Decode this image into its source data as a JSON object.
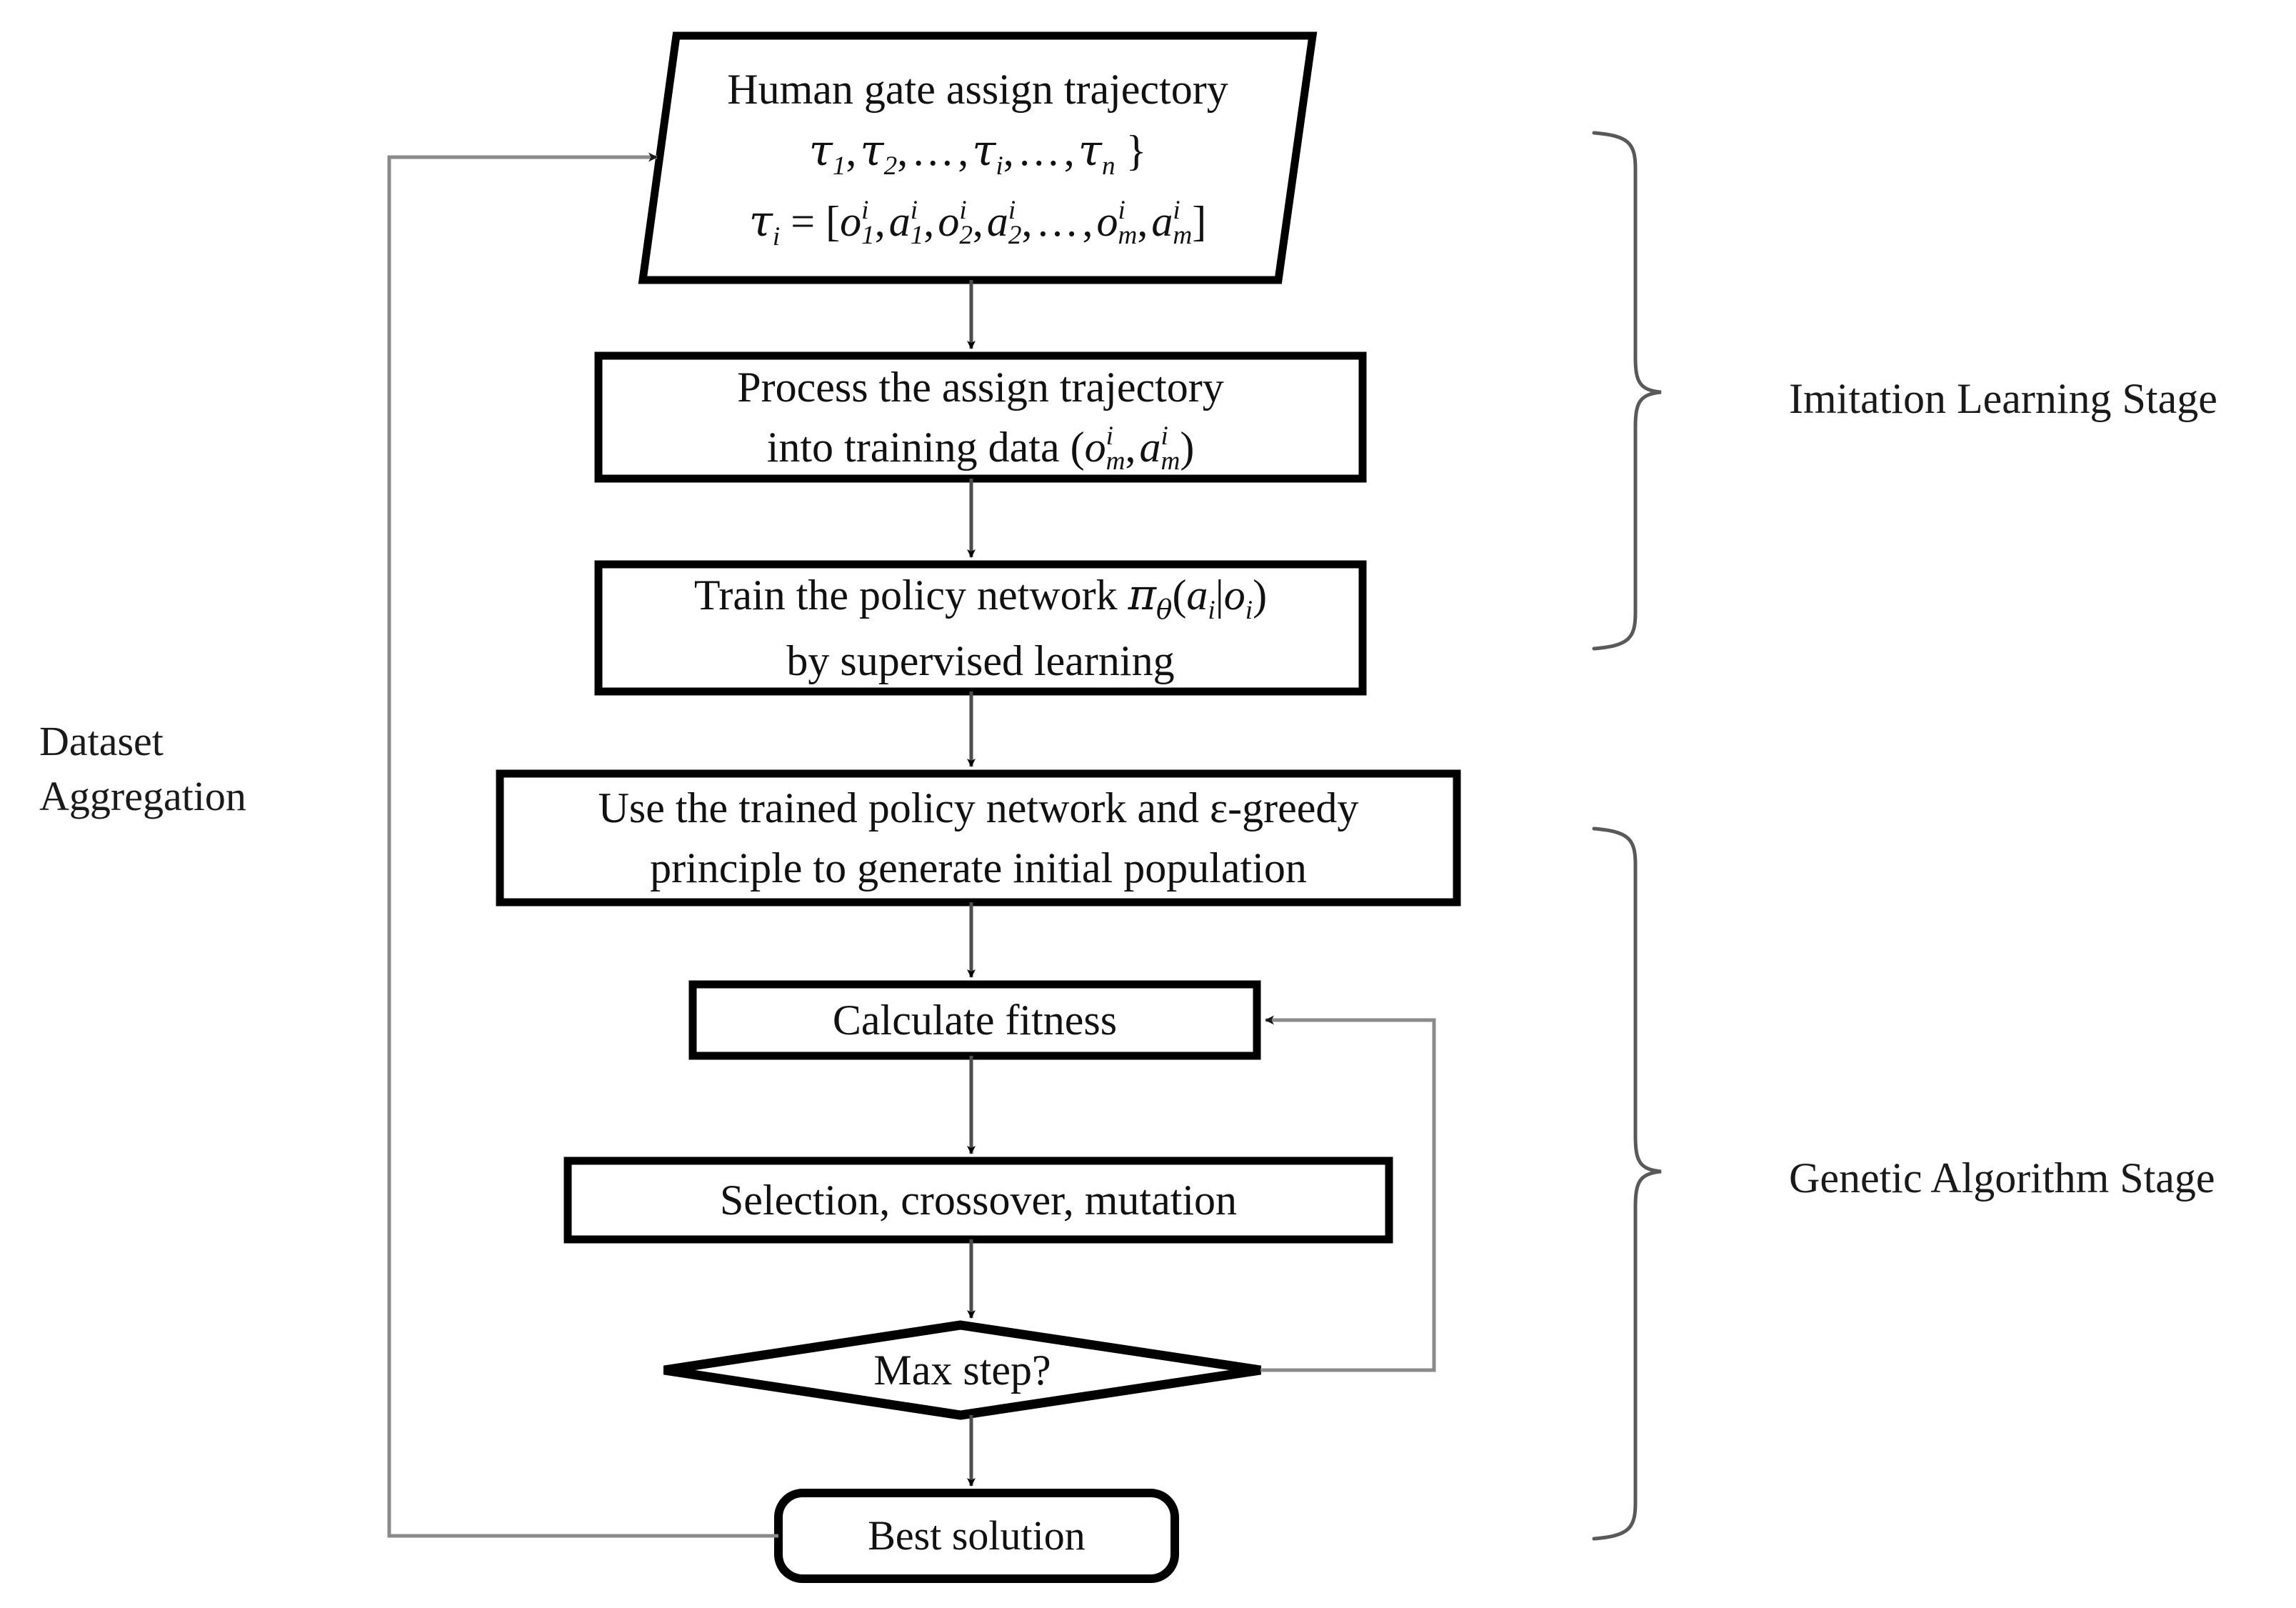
{
  "diagram": {
    "title_present": false,
    "background_color": "#ffffff",
    "stroke_color": "#000000",
    "connector_color": "#808080",
    "nodes": [
      {
        "id": "input-trajectory",
        "shape": "parallelogram",
        "name": "human-gate-assign-trajectory-node",
        "lines": [
          "Human gate assign trajectory",
          "{τ₁, τ₂, …, τᵢ, …, τₙ}",
          "τᵢ = [o₁ⁱ, a₁ⁱ, o₂ⁱ, a₂ⁱ, …, oₘⁱ, aₘⁱ]"
        ],
        "line1": "Human gate assign trajectory"
      },
      {
        "id": "process-trajectory",
        "shape": "process",
        "name": "process-assign-trajectory-node",
        "line1": "Process the assign trajectory",
        "line2_prefix": "into training data (",
        "line2_suffix": ")"
      },
      {
        "id": "train-policy",
        "shape": "process",
        "name": "train-policy-network-node",
        "line1_prefix": "Train the policy network ",
        "line2": "by supervised learning"
      },
      {
        "id": "initial-population",
        "shape": "process",
        "name": "generate-initial-population-node",
        "line1": "Use the trained policy network and ε-greedy",
        "line2": "principle to generate initial population"
      },
      {
        "id": "calculate-fitness",
        "shape": "process",
        "name": "calculate-fitness-node",
        "line1": "Calculate fitness"
      },
      {
        "id": "genetic-operators",
        "shape": "process",
        "name": "selection-crossover-mutation-node",
        "line1": "Selection, crossover, mutation"
      },
      {
        "id": "max-step",
        "shape": "decision",
        "name": "max-step-decision-node",
        "line1": "Max step?"
      },
      {
        "id": "best-solution",
        "shape": "rounded",
        "name": "best-solution-node",
        "line1": "Best solution"
      }
    ],
    "side_labels": {
      "left": {
        "name": "dataset-aggregation-label",
        "line1": "Dataset",
        "line2": "Aggregation"
      },
      "right_top": {
        "name": "imitation-learning-stage-label",
        "text": "Imitation Learning Stage"
      },
      "right_bottom": {
        "name": "genetic-algorithm-stage-label",
        "text": "Genetic Algorithm Stage"
      }
    },
    "math": {
      "tau": "τ",
      "pi": "π",
      "theta": "θ",
      "epsilon": "ε",
      "set_open": "{",
      "set_close": "}",
      "bracket_open": "[",
      "bracket_close": "]",
      "ellipsis": "…",
      "comma": ",",
      "equals": "=",
      "pipe": "|",
      "paren_open": "(",
      "paren_close": ")",
      "o": "o",
      "a": "a",
      "idx_1": "1",
      "idx_2": "2",
      "idx_i": "i",
      "idx_n": "n",
      "idx_m": "m"
    }
  }
}
